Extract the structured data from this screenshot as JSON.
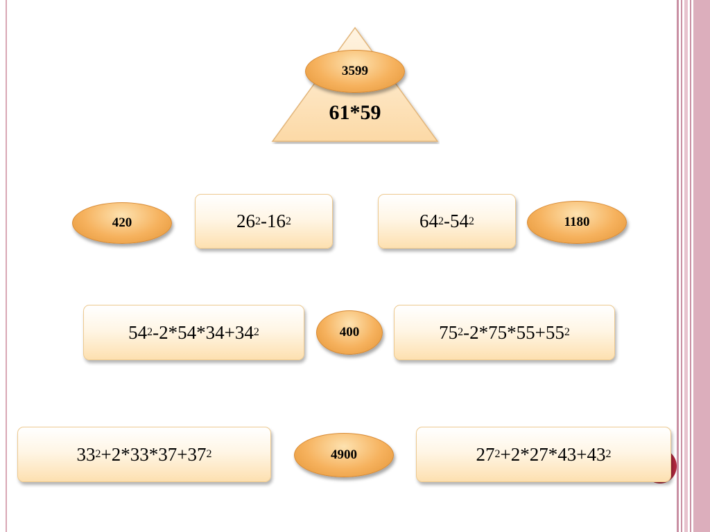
{
  "pyramid": {
    "apex": {
      "result": "3599",
      "expression": "61*59"
    }
  },
  "rows": [
    {
      "left": {
        "base1": "26",
        "base2": "16",
        "op": "-",
        "exp": "2"
      },
      "right": {
        "base1": "64",
        "base2": "54",
        "op": "-",
        "exp": "2"
      },
      "answers": {
        "left": "420",
        "right": "1180"
      }
    },
    {
      "left": {
        "a": "54",
        "b": "34",
        "middle": "-2*54*34+",
        "exp": "2"
      },
      "right": {
        "a": "75",
        "b": "55",
        "middle": "-2*75*55+",
        "exp": "2"
      },
      "answer": "400"
    },
    {
      "left": {
        "a": "33",
        "b": "37",
        "middle": "+2*33*37+",
        "exp": "2"
      },
      "right": {
        "a": "27",
        "b": "43",
        "middle": "+2*27*43+",
        "exp": "2"
      },
      "answer": "4900"
    }
  ],
  "colors": {
    "oval_fill": "#f6b25e",
    "box_fill": "#fde0b0",
    "triangle_fill": "#fde3b8",
    "accent_border": "#d8a6b4",
    "red_circle": "#b0283e"
  }
}
